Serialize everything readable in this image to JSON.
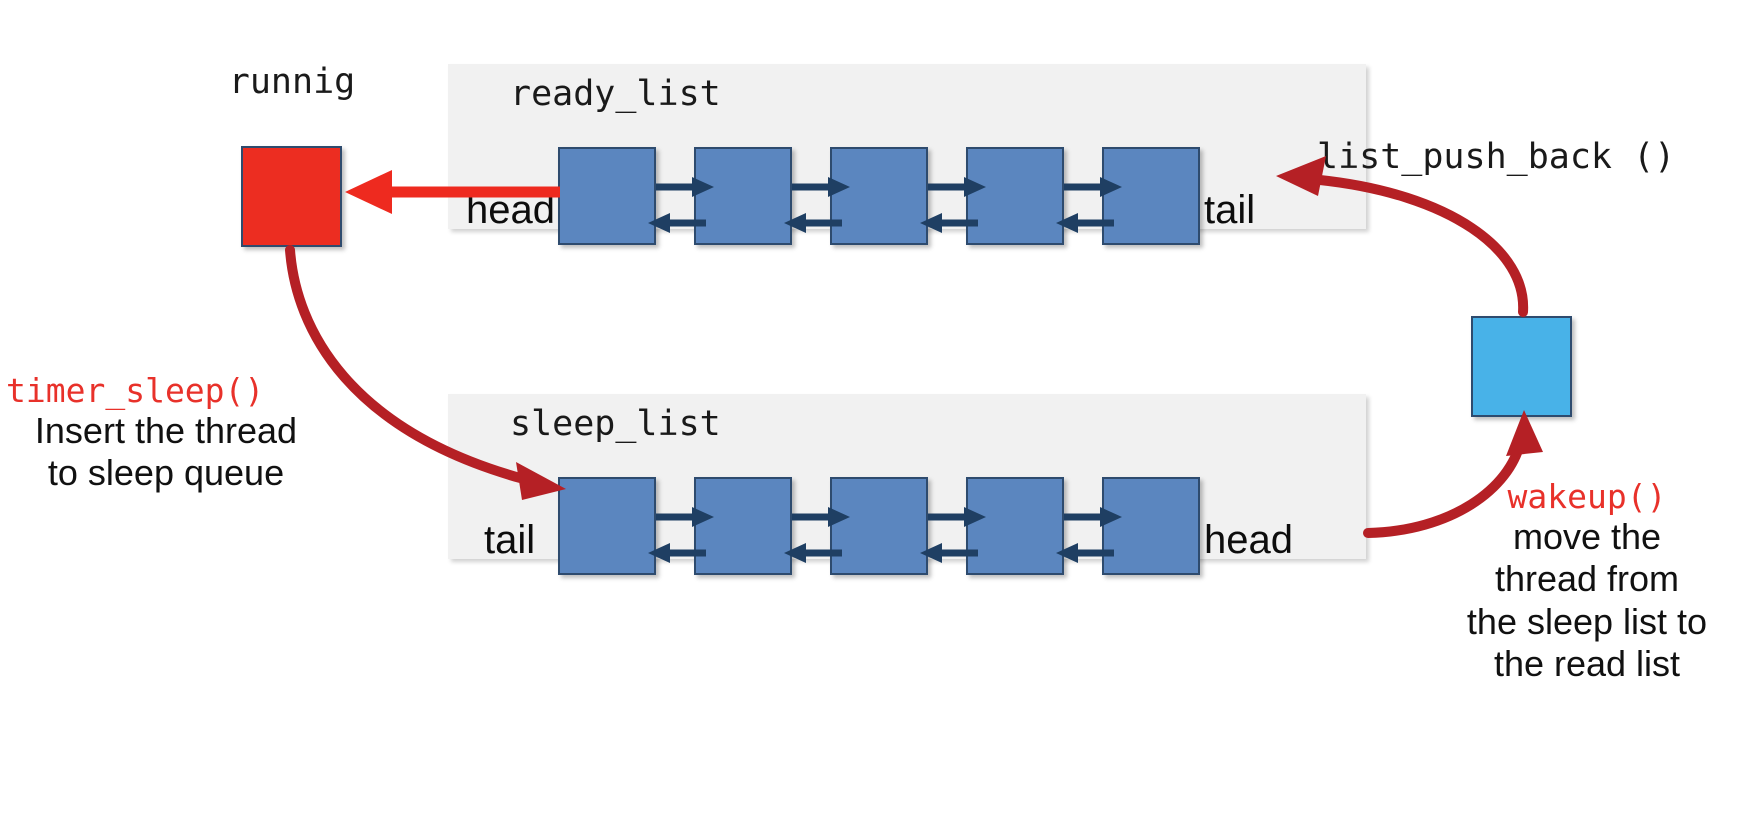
{
  "diagram": {
    "title_running": "runnig",
    "ready_list": {
      "title": "ready_list",
      "head_label": "head",
      "tail_label": "tail",
      "node_count": 5
    },
    "sleep_list": {
      "title": "sleep_list",
      "tail_label": "tail",
      "head_label": "head",
      "node_count": 5
    },
    "annotations": {
      "push_back": "list_push_back ()",
      "timer_sleep_fn": "timer_sleep()",
      "timer_sleep_desc_line1": "Insert the thread",
      "timer_sleep_desc_line2": "to sleep queue",
      "wakeup_fn": "wakeup()",
      "wakeup_desc_line1": "move the",
      "wakeup_desc_line2": "thread from",
      "wakeup_desc_line3": "the sleep list to",
      "wakeup_desc_line4": "the read list"
    },
    "colors": {
      "running_box": "#ec2d21",
      "woken_box": "#48b2e8",
      "node_box": "#5b86bf",
      "node_border": "#2e4b6e",
      "panel_bg": "#f1f1f1",
      "red_arrow": "#b52025",
      "red_straight_arrow": "#ee2a1f",
      "connector_arrow": "#1f3f63",
      "annotation_fn": "#e8312a"
    }
  }
}
